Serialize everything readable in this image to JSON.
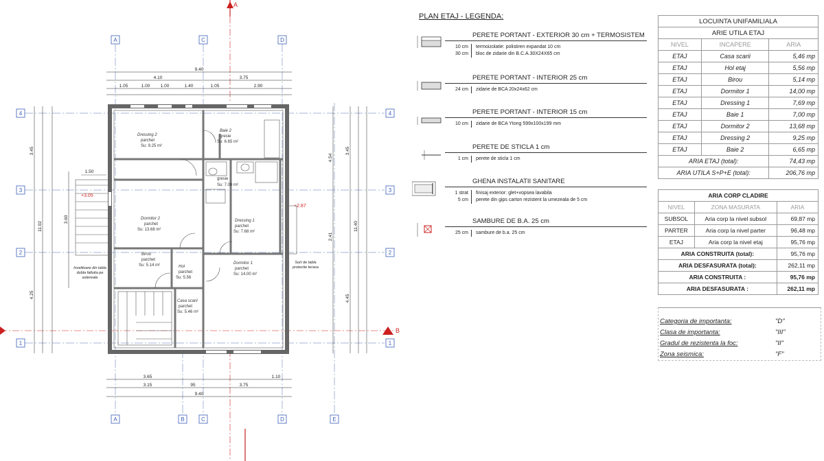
{
  "colors": {
    "red": "#cc1f1f",
    "blue": "#3a5db8",
    "grid": "#4a6ab0",
    "wall": "#666666",
    "text": "#222222"
  },
  "plan": {
    "section_label": "A",
    "section_b": "B",
    "axes_top": [
      "A",
      "C",
      "D"
    ],
    "axes_bottom": [
      "A",
      "B",
      "C",
      "D",
      "E"
    ],
    "axes_rows": [
      "4",
      "3",
      "2",
      "1"
    ],
    "dims_top_total": "9.40",
    "dims_top_partial": [
      "4.10",
      "3.75"
    ],
    "dims_top_sub": [
      "1.05",
      "1.00",
      "1.00",
      "1.40",
      "1.05",
      "2.90"
    ],
    "dims_bottom_total": "9.40",
    "dims_bottom_partial": [
      "3.65",
      "3.15",
      "95",
      "3.75",
      "1.10"
    ],
    "dims_left": [
      "3.45",
      "4.25",
      "11.02",
      "3.60"
    ],
    "dims_right": [
      "4.54",
      "3.45",
      "11.40",
      "2.41",
      "4.45"
    ],
    "level_marks": [
      "+3.05",
      "+2.87"
    ],
    "stair_label": "1.50",
    "rooms": [
      {
        "name": "Dressing 2",
        "finish": "parchet",
        "area": "Su: 9.25 m²"
      },
      {
        "name": "Baie 2",
        "finish": "gresie",
        "area": "Su: 6.65 m²"
      },
      {
        "name": "gresie",
        "finish": "",
        "area": "Su: 7.00 m²"
      },
      {
        "name": "Dormitor 2",
        "finish": "parchet",
        "area": "Su: 13.68 m²"
      },
      {
        "name": "Dressing 1",
        "finish": "parchet",
        "area": "Su: 7.68 m²"
      },
      {
        "name": "Birou",
        "finish": "parchet",
        "area": "Su: 5.14 m²"
      },
      {
        "name": "Hol",
        "finish": "parchet",
        "area": "Su: 5.56"
      },
      {
        "name": "Dormitor 1",
        "finish": "parchet",
        "area": "Su: 14.00 m²"
      },
      {
        "name": "Casa scarii",
        "finish": "parchet",
        "area": "Su: 5.46 m²"
      }
    ],
    "side_note_left": "Invelitoare din tabla dubla faltuita pe astereala",
    "side_note_right": "Sort de tabla protectie terasa"
  },
  "legend": {
    "title": "PLAN ETAJ - LEGENDA:",
    "items": [
      {
        "name": "PERETE PORTANT - EXTERIOR 30 cm + TERMOSISTEM",
        "rows": [
          [
            "10 cm",
            "termoizolatie: polistiren expandat 10 cm"
          ],
          [
            "30 cm",
            "bloc de zidarie din B.C.A.30X24X65 cm"
          ]
        ]
      },
      {
        "name": "PERETE PORTANT - INTERIOR 25 cm",
        "rows": [
          [
            "24 cm",
            "zidarie de BCA 20x24x62 cm"
          ]
        ]
      },
      {
        "name": "PERETE PORTANT - INTERIOR 15 cm",
        "rows": [
          [
            "10 cm",
            "zidarie de BCA Ytong 599x100x199 mm"
          ]
        ]
      },
      {
        "name": "PERETE DE STICLA 1 cm",
        "rows": [
          [
            "1 cm",
            "perete de sticla 1 cm"
          ]
        ]
      },
      {
        "name": "GHENA INSTALATII SANITARE",
        "rows": [
          [
            "1 strat",
            "finisaj exterior: glet+vopsea lavabila"
          ],
          [
            "5 cm",
            "perete din gips carton rezistent la umezeala de 5 cm"
          ]
        ]
      },
      {
        "name": "SAMBURE DE B.A. 25 cm",
        "rows": [
          [
            "25 cm",
            "sambure de b.a. 25 cm"
          ]
        ]
      }
    ]
  },
  "table1": {
    "title1": "LOCUINTA UNIFAMILIALA",
    "title2": "ARIE UTILA ETAJ",
    "headers": [
      "NIVEL",
      "INCAPERE",
      "ARIA"
    ],
    "rows": [
      [
        "ETAJ",
        "Casa scarii",
        "5,46 mp"
      ],
      [
        "ETAJ",
        "Hol etaj",
        "5,56 mp"
      ],
      [
        "ETAJ",
        "Birou",
        "5,14 mp"
      ],
      [
        "ETAJ",
        "Dormitor 1",
        "14,00 mp"
      ],
      [
        "ETAJ",
        "Dressing 1",
        "7,69 mp"
      ],
      [
        "ETAJ",
        "Baie 1",
        "7,00 mp"
      ],
      [
        "ETAJ",
        "Dormitor 2",
        "13,68 mp"
      ],
      [
        "ETAJ",
        "Dressing 2",
        "9,25 mp"
      ],
      [
        "ETAJ",
        "Baie 2",
        "6,65 mp"
      ]
    ],
    "total_etaj_label": "ARIA ETAJ (total):",
    "total_etaj_value": "74,43 mp",
    "total_util_label": "ARIA UTILA S+P+E (total):",
    "total_util_value": "206,76 mp"
  },
  "table2": {
    "title": "ARIA CORP CLADIRE",
    "headers": [
      "NIVEL",
      "ZONA MASURATA",
      "ARIA"
    ],
    "rows": [
      [
        "SUBSOL",
        "Aria corp la nivel subsol",
        "69,87 mp"
      ],
      [
        "PARTER",
        "Aria corp la nivel parter",
        "96,48 mp"
      ],
      [
        "ETAJ",
        "Aria corp la nivel etaj",
        "95,76 mp"
      ]
    ],
    "totals": [
      [
        "ARIA CONSTRUITA (total):",
        "95,76 mp"
      ],
      [
        "ARIA DESFASURATA (total):",
        "262,11 mp"
      ],
      [
        "ARIA CONSTRUITA :",
        "95,76 mp"
      ],
      [
        "ARIA DESFASURATA :",
        "262,11 mp"
      ]
    ]
  },
  "notes": [
    [
      "Categoria de importanta:",
      "\"D\""
    ],
    [
      "Clasa de importanta:",
      "\"III\""
    ],
    [
      "Gradul de rezistenta la foc:",
      "\"II\""
    ],
    [
      "Zona seismica:",
      "\"F\""
    ]
  ]
}
